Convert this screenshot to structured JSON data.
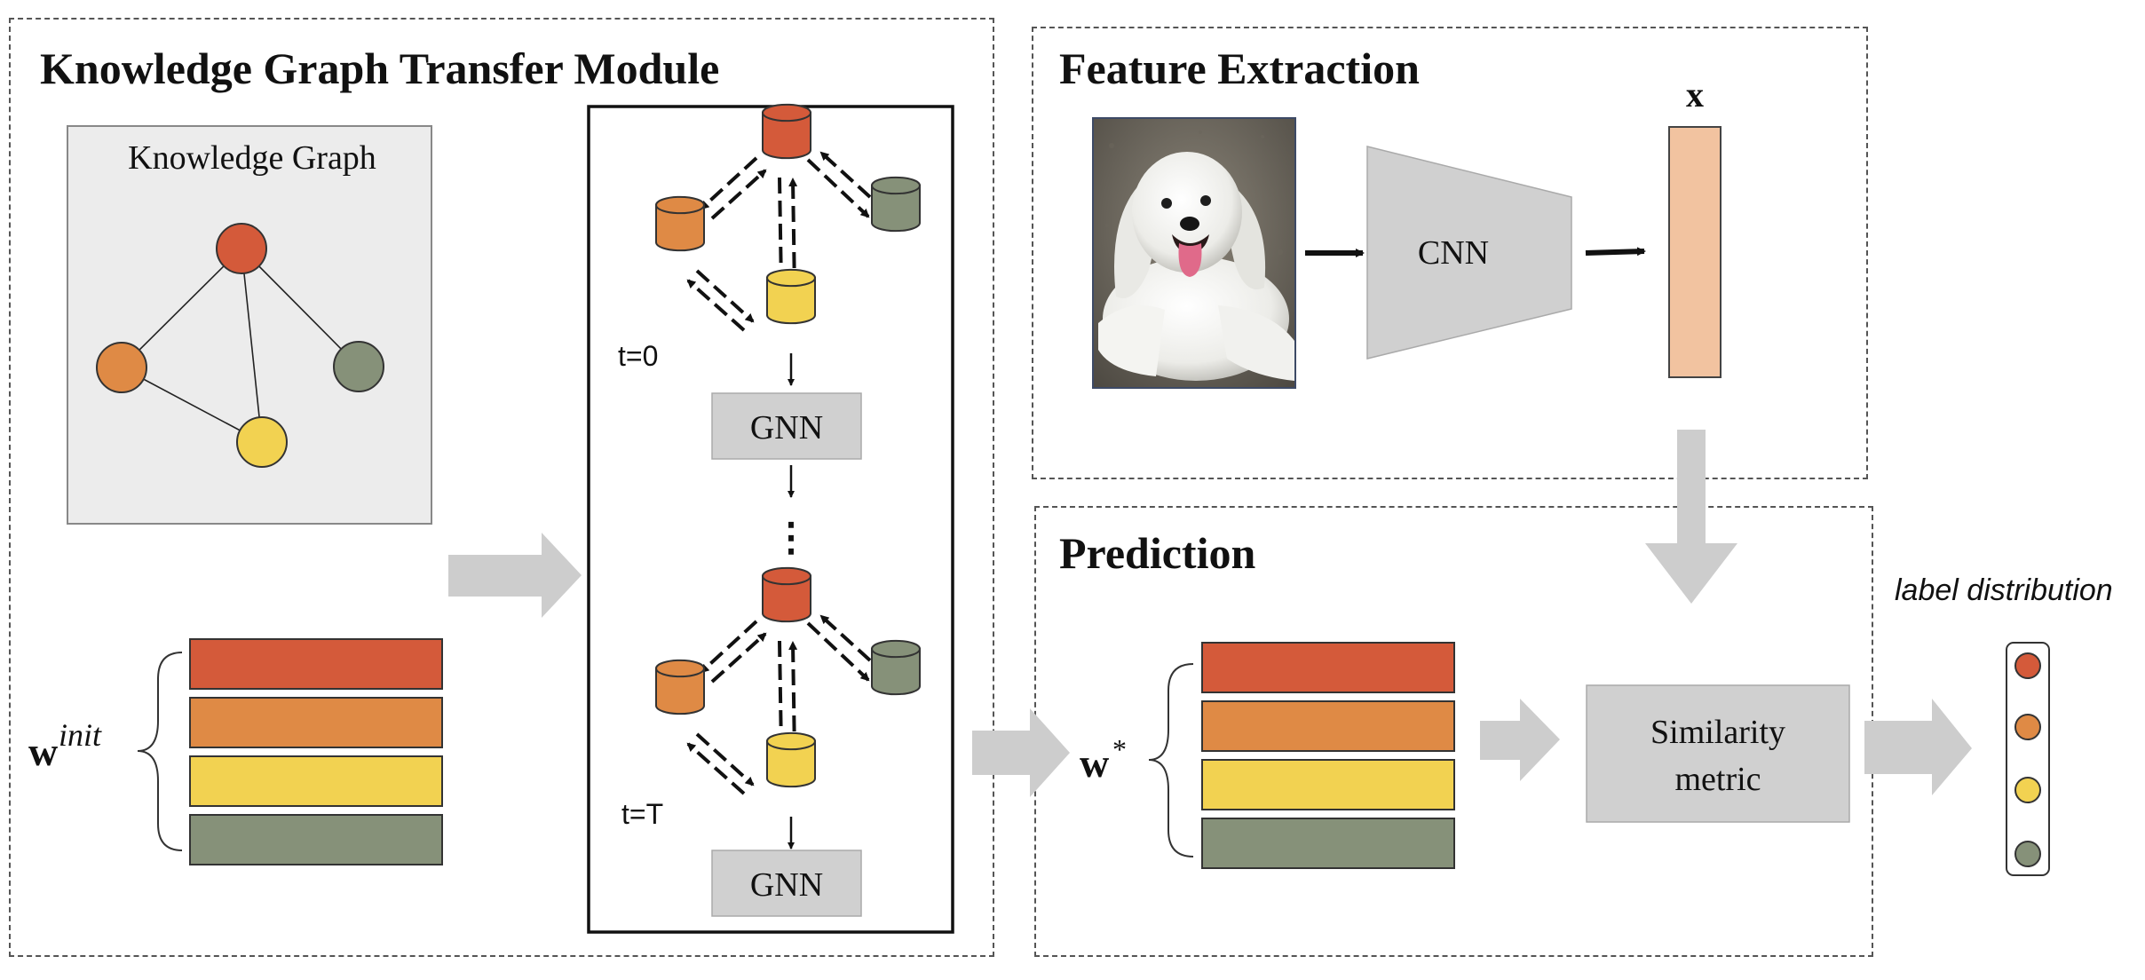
{
  "panels": {
    "transfer": {
      "title": "Knowledge Graph Transfer Module"
    },
    "feature": {
      "title": "Feature Extraction"
    },
    "prediction": {
      "title": "Prediction"
    }
  },
  "knowledge_graph": {
    "label": "Knowledge Graph",
    "node_colors": [
      "#d45a3a",
      "#df8a45",
      "#f2d251",
      "#869179"
    ]
  },
  "weights": {
    "init_symbol": "w",
    "init_superscript": "init",
    "final_symbol": "w",
    "final_superscript": "*",
    "row_colors": [
      "#d45a3a",
      "#df8a45",
      "#f2d251",
      "#869179"
    ]
  },
  "propagation": {
    "steps": [
      {
        "time_label": "t=0",
        "gnn_label": "GNN"
      },
      {
        "time_label": "t=T",
        "gnn_label": "GNN"
      }
    ],
    "ellipsis": "⋮"
  },
  "feature_extraction": {
    "cnn_label": "CNN",
    "feature_label": "x",
    "feature_color": "#f2c3a0",
    "photo_icon": "dog-photo"
  },
  "prediction": {
    "similarity_line1": "Similarity",
    "similarity_line2": "metric",
    "output_label": "label distribution"
  },
  "colors": {
    "gray_arrow": "#cdcdcd",
    "gray_box": "#d0d0d0",
    "graph_bg": "#ececec"
  }
}
